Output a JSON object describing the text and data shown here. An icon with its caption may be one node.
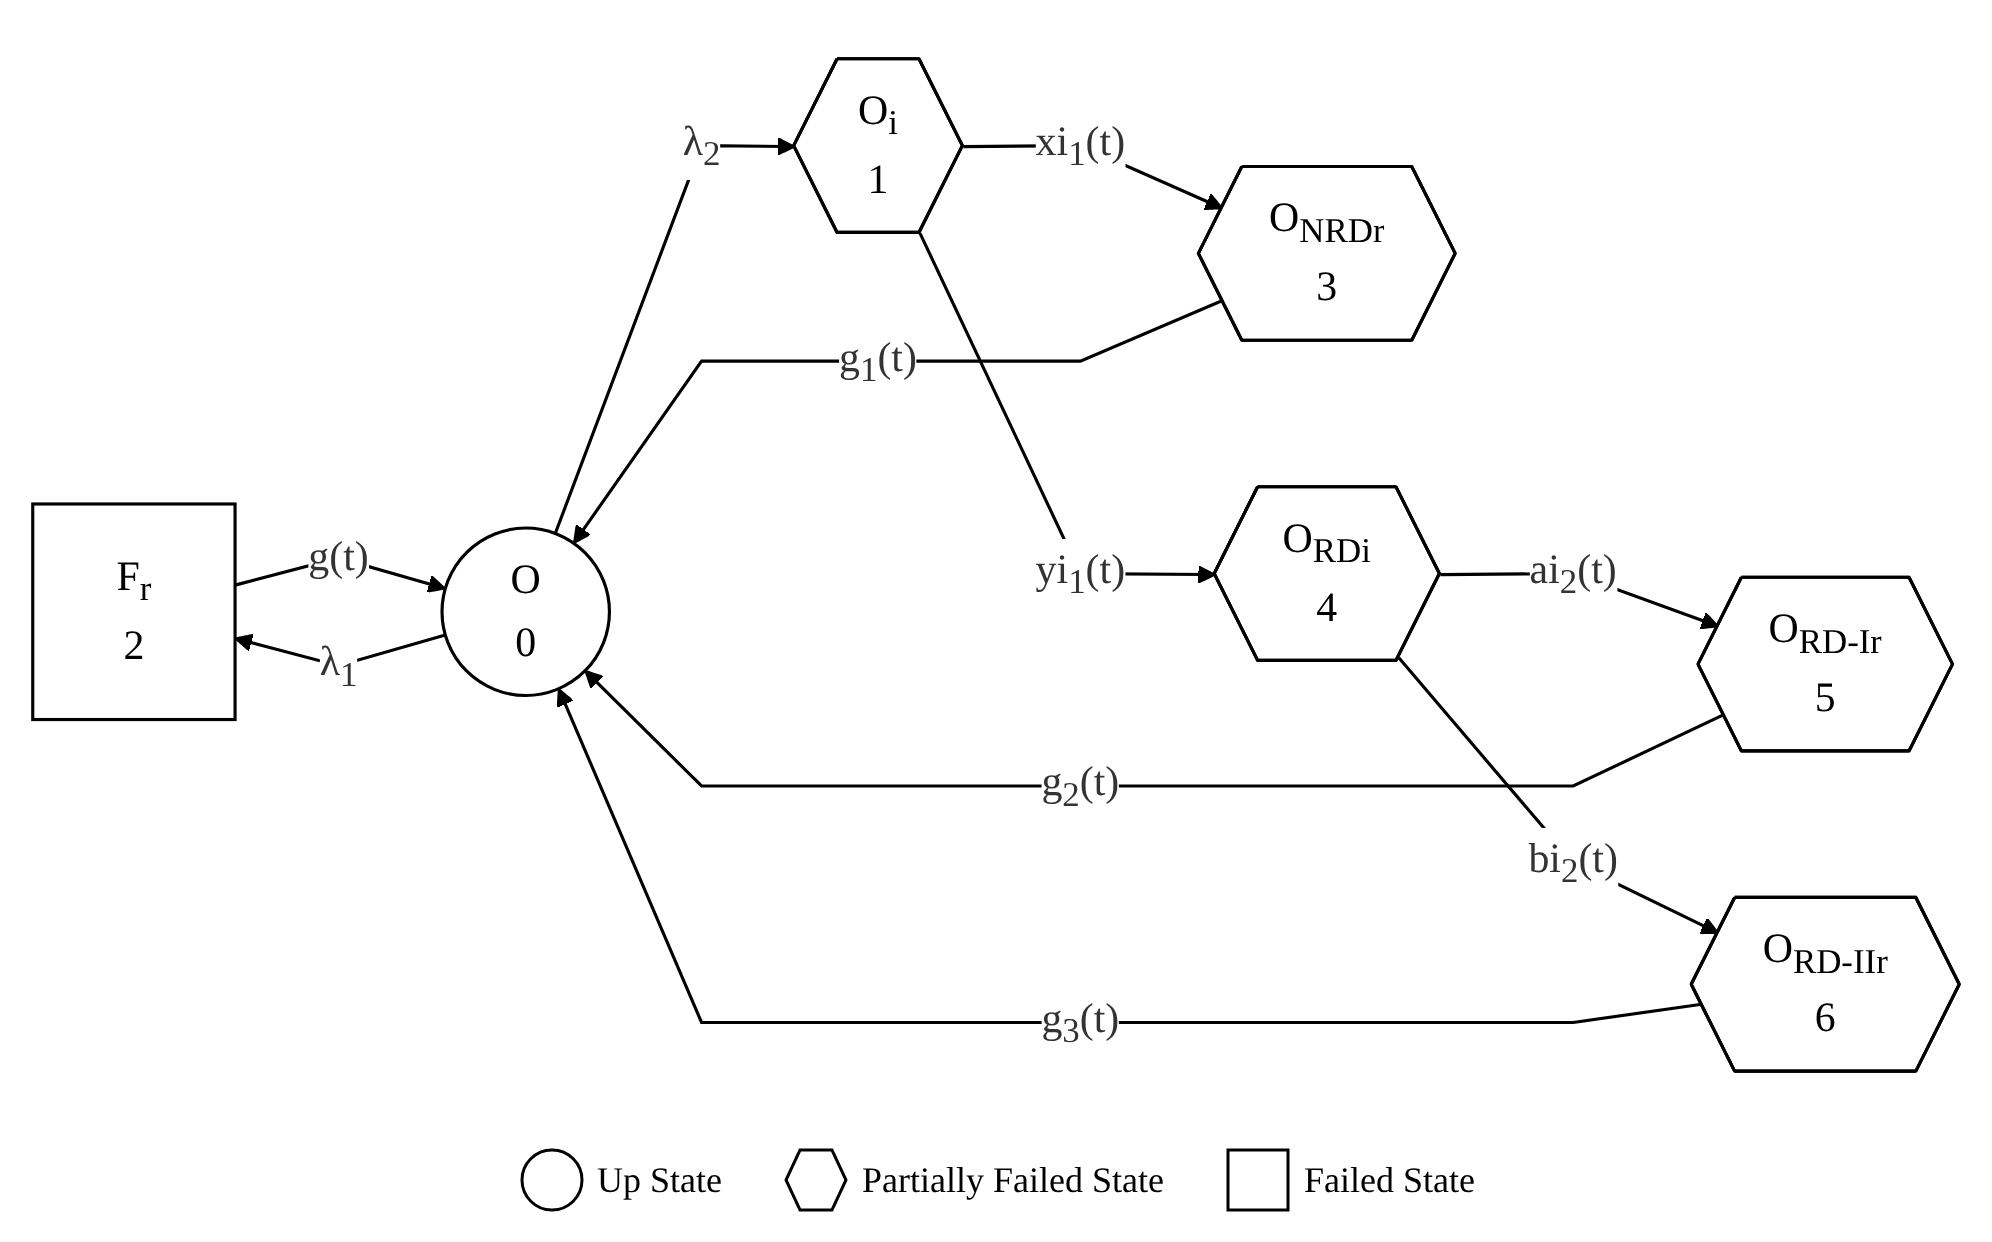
{
  "diagram": {
    "nodes": [
      {
        "text": [
          "O",
          "0"
        ]
      },
      {
        "text": [
          "O$_{i}$",
          "1"
        ]
      },
      {
        "text": [
          "F$_{r}$",
          "2"
        ]
      },
      {
        "text": [
          "O$_{NRDr}$",
          "3"
        ]
      },
      {
        "text": [
          "O$_{RDi}$",
          "4"
        ]
      },
      {
        "text": [
          "O$_{RD-Ir}$",
          "5"
        ]
      },
      {
        "text": [
          "O$_{RD-IIr}$",
          "6"
        ]
      }
    ],
    "edges": [
      {
        "from": 2,
        "to": 0,
        "arrow": "to",
        "label": "g(t)"
      },
      {
        "from": 0,
        "to": 2,
        "arrow": "to",
        "label": "λ$_{1}$"
      },
      {
        "from": 3,
        "to": 0,
        "arrow": "to",
        "label": "g$_{1}$(t)"
      },
      {
        "from": 5,
        "to": 0,
        "arrow": "to",
        "label": "g$_{2}$(t)"
      },
      {
        "from": 0,
        "to": 1,
        "arrow": "to",
        "label": "λ$_{2}$"
      },
      {
        "from": 1,
        "to": 3,
        "arrow": "to",
        "label": "xi$_{1}$(t)"
      },
      {
        "from": 1,
        "to": 4,
        "arrow": "to",
        "label": "yi$_{1}$(t)"
      },
      {
        "from": 4,
        "to": 5,
        "arrow": "to",
        "label": "ai$_{2}$(t)"
      },
      {
        "from": 4,
        "to": 6,
        "arrow": "to",
        "label": "bi$_{2}$(t)"
      },
      {
        "from": 6,
        "to": 0,
        "arrow": "to",
        "label": "g$_{3}$(t)"
      }
    ],
    "legend": [
      {
        "text": "Up State"
      },
      {
        "text": "Partially Failed State"
      },
      {
        "text": "Failed State"
      }
    ]
  }
}
